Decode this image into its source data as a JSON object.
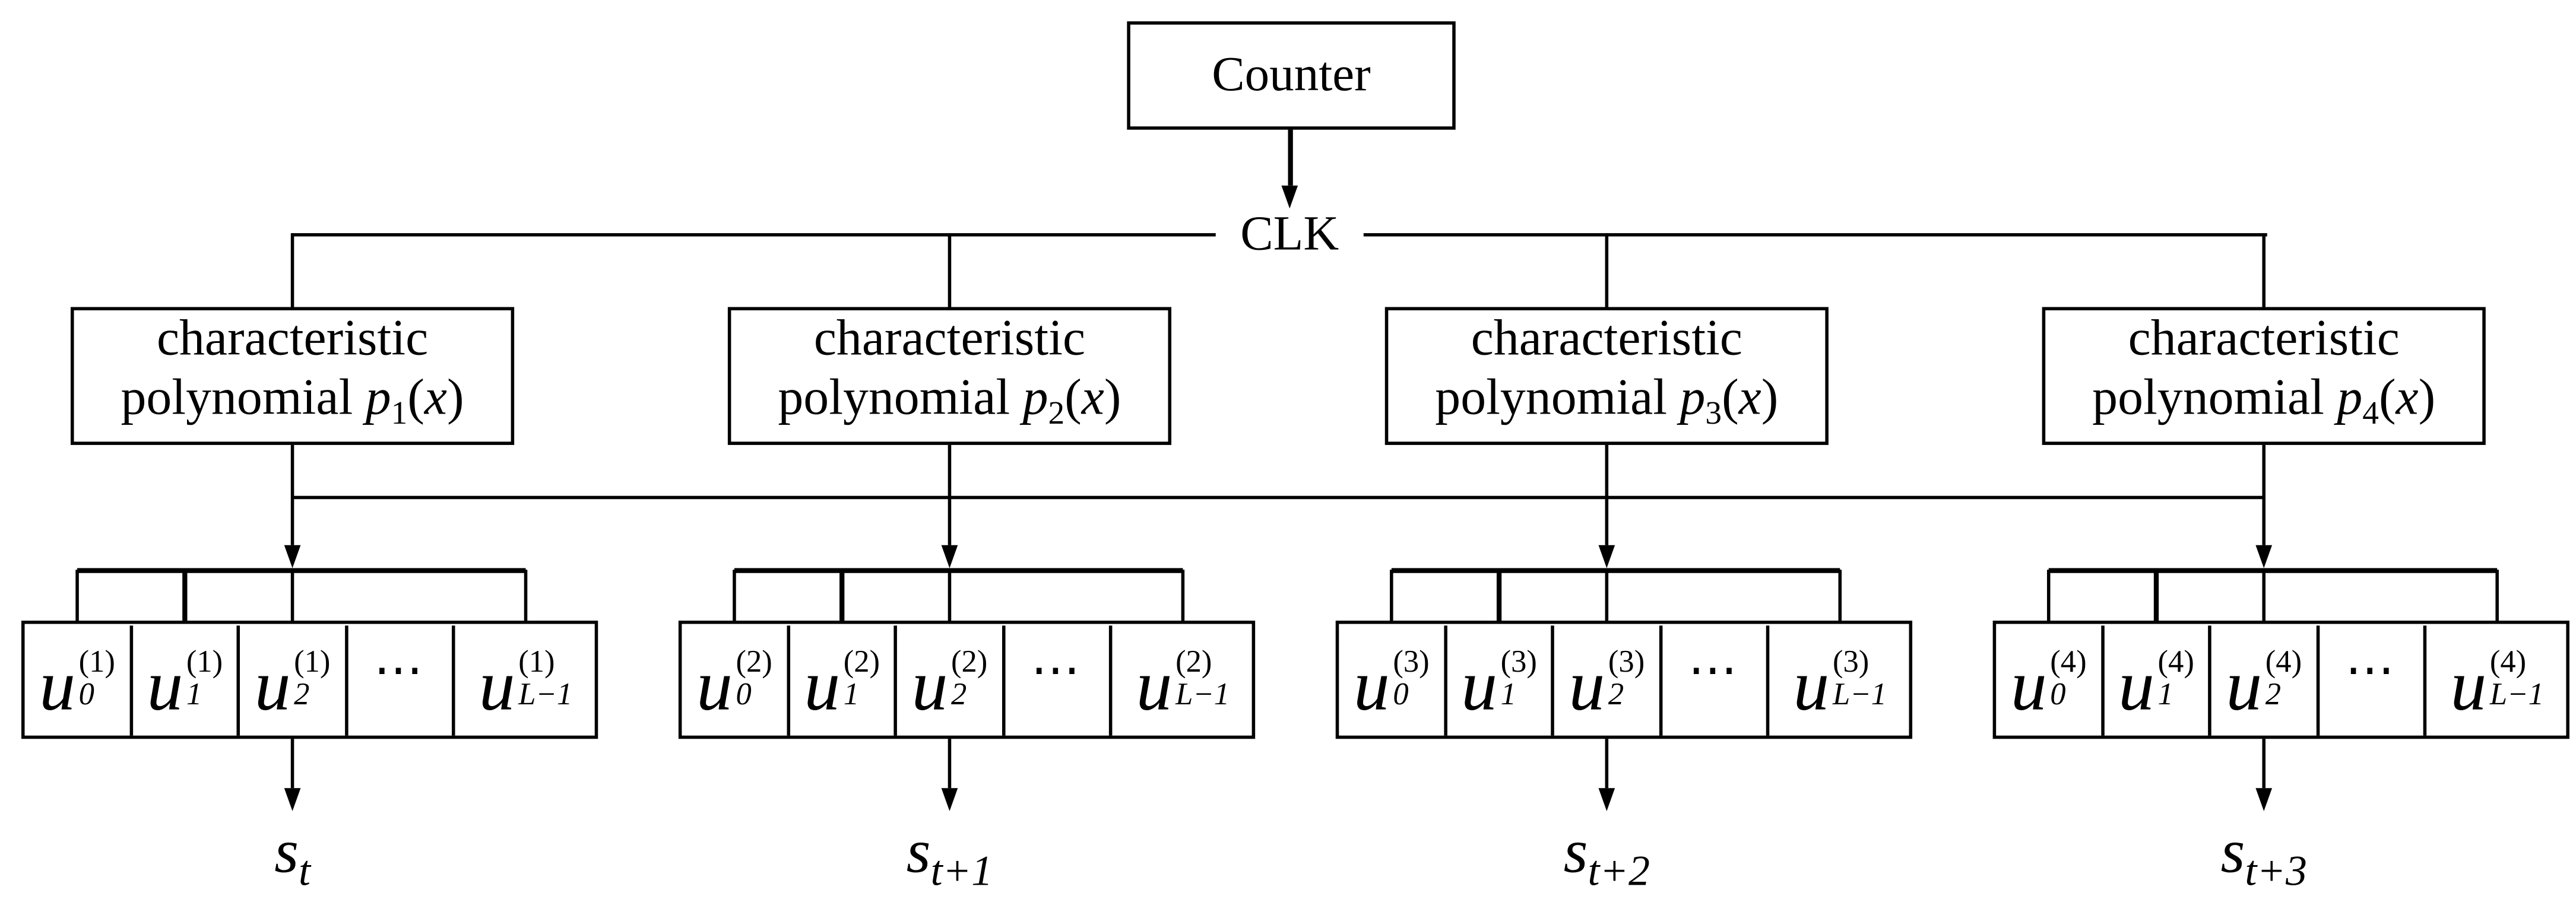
{
  "colors": {
    "line": "#000000",
    "background": "#ffffff"
  },
  "counter": {
    "label": "Counter"
  },
  "clock": {
    "label": "CLK"
  },
  "columns": [
    {
      "box": {
        "line1": "characteristic",
        "word": "polynomial",
        "sym": "p",
        "idx": "1",
        "lparen": "(",
        "arg": "x",
        "rparen": ")"
      },
      "register": {
        "cells": [
          {
            "base": "u",
            "sub": "0",
            "sup": "(1)"
          },
          {
            "base": "u",
            "sub": "1",
            "sup": "(1)"
          },
          {
            "base": "u",
            "sub": "2",
            "sup": "(1)"
          },
          {
            "dots": "⋯"
          },
          {
            "base": "u",
            "sub": "L−1",
            "sup": "(1)"
          }
        ]
      },
      "output": {
        "base": "s",
        "sub": "t"
      }
    },
    {
      "box": {
        "line1": "characteristic",
        "word": "polynomial",
        "sym": "p",
        "idx": "2",
        "lparen": "(",
        "arg": "x",
        "rparen": ")"
      },
      "register": {
        "cells": [
          {
            "base": "u",
            "sub": "0",
            "sup": "(2)"
          },
          {
            "base": "u",
            "sub": "1",
            "sup": "(2)"
          },
          {
            "base": "u",
            "sub": "2",
            "sup": "(2)"
          },
          {
            "dots": "⋯"
          },
          {
            "base": "u",
            "sub": "L−1",
            "sup": "(2)"
          }
        ]
      },
      "output": {
        "base": "s",
        "sub": "t+1"
      }
    },
    {
      "box": {
        "line1": "characteristic",
        "word": "polynomial",
        "sym": "p",
        "idx": "3",
        "lparen": "(",
        "arg": "x",
        "rparen": ")"
      },
      "register": {
        "cells": [
          {
            "base": "u",
            "sub": "0",
            "sup": "(3)"
          },
          {
            "base": "u",
            "sub": "1",
            "sup": "(3)"
          },
          {
            "base": "u",
            "sub": "2",
            "sup": "(3)"
          },
          {
            "dots": "⋯"
          },
          {
            "base": "u",
            "sub": "L−1",
            "sup": "(3)"
          }
        ]
      },
      "output": {
        "base": "s",
        "sub": "t+2"
      }
    },
    {
      "box": {
        "line1": "characteristic",
        "word": "polynomial",
        "sym": "p",
        "idx": "4",
        "lparen": "(",
        "arg": "x",
        "rparen": ")"
      },
      "register": {
        "cells": [
          {
            "base": "u",
            "sub": "0",
            "sup": "(4)"
          },
          {
            "base": "u",
            "sub": "1",
            "sup": "(4)"
          },
          {
            "base": "u",
            "sub": "2",
            "sup": "(4)"
          },
          {
            "dots": "⋯"
          },
          {
            "base": "u",
            "sub": "L−1",
            "sup": "(4)"
          }
        ]
      },
      "output": {
        "base": "s",
        "sub": "t+3"
      }
    }
  ]
}
